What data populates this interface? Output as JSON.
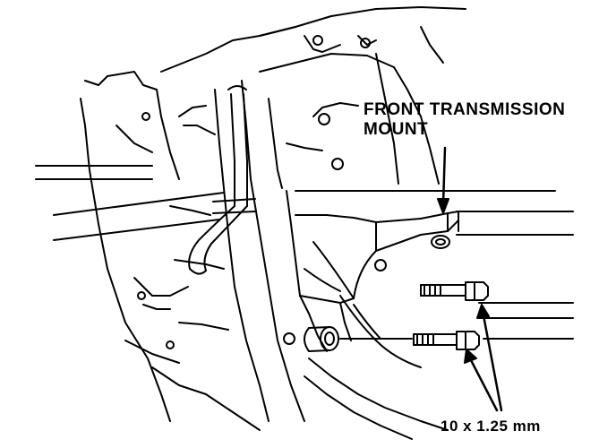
{
  "labels": {
    "mount_line1": "FRONT TRANSMISSION",
    "mount_line2": "MOUNT",
    "bolt_spec": "10 x 1.25 mm"
  },
  "colors": {
    "ink": "#000000",
    "paper": "#ffffff"
  }
}
